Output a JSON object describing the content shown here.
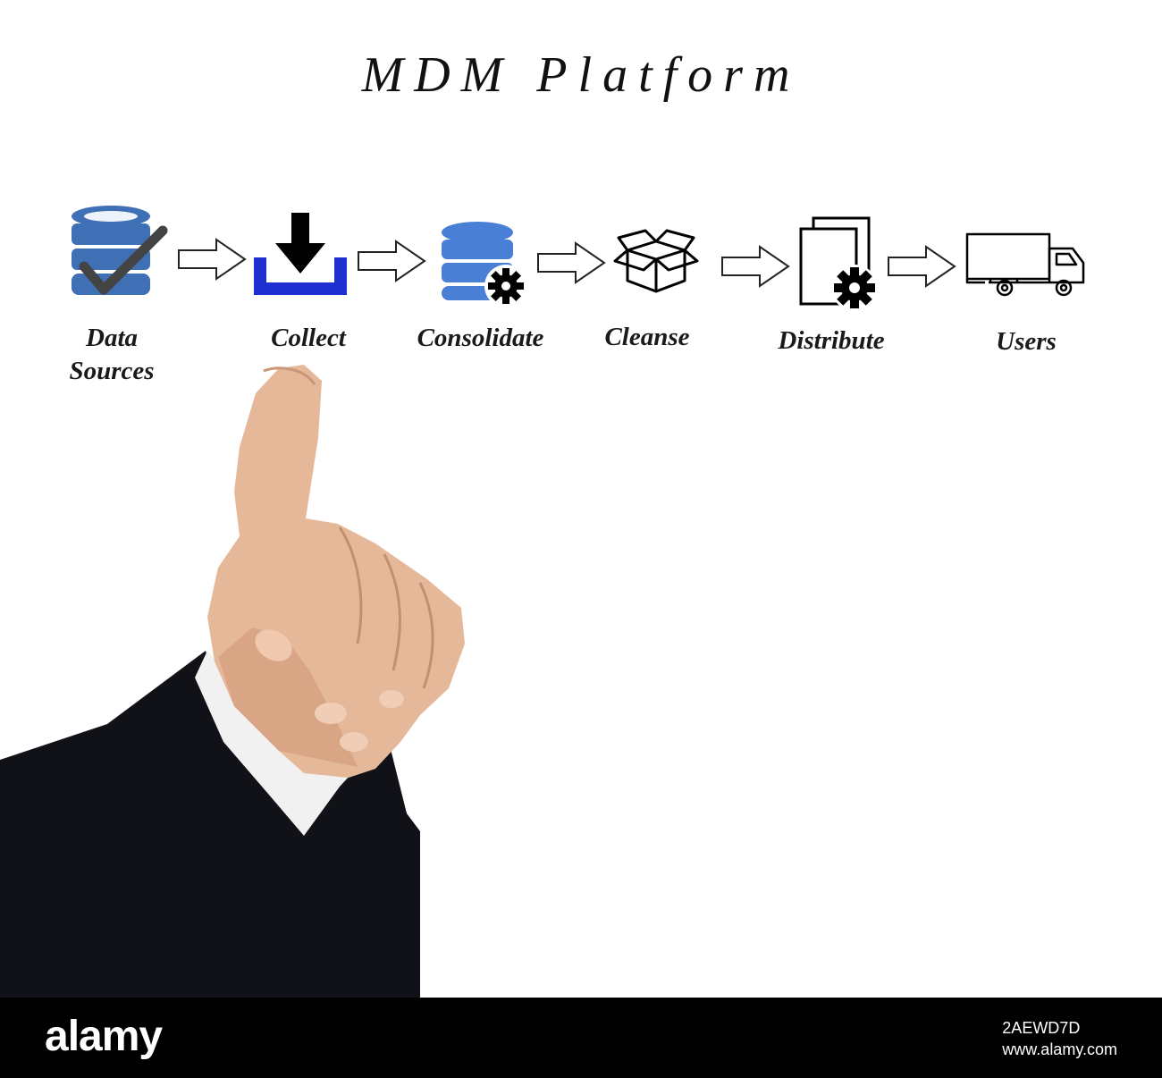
{
  "title": "MDM Platform",
  "steps": [
    {
      "label": "Data",
      "label2": "Sources",
      "icon": "database-check-icon"
    },
    {
      "label": "Collect",
      "icon": "download-tray-icon"
    },
    {
      "label": "Consolidate",
      "icon": "database-gear-icon"
    },
    {
      "label": "Cleanse",
      "icon": "open-box-icon"
    },
    {
      "label": "Distribute",
      "icon": "documents-gear-icon"
    },
    {
      "label": "Users",
      "icon": "delivery-truck-icon"
    }
  ],
  "colors": {
    "db_blue": "#3f6fb5",
    "db_light_blue": "#4a7fd6",
    "tray_blue": "#1f2fd0"
  },
  "footer": {
    "logo": "alamy",
    "image_id": "2AEWD7D",
    "site": "www.alamy.com"
  }
}
